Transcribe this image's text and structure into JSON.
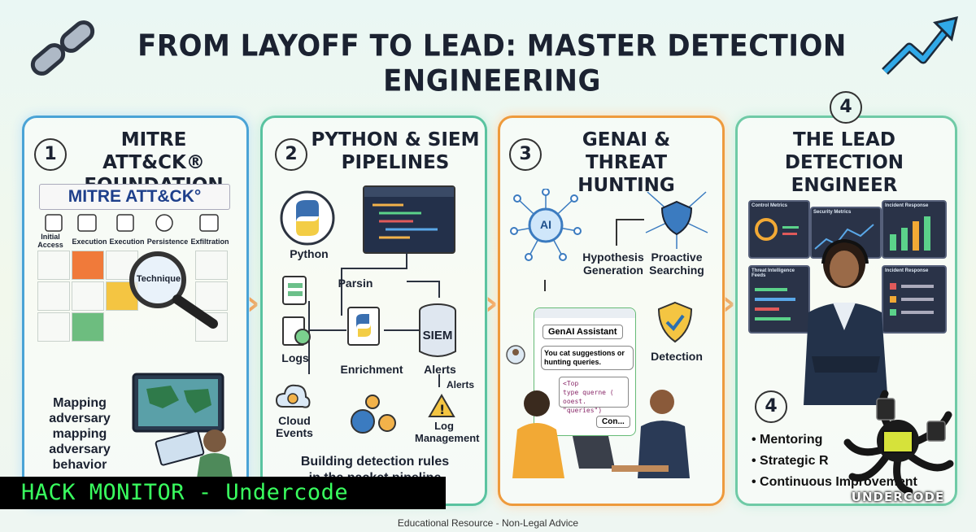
{
  "title": "FROM LAYOFF TO LEAD: MASTER DETECTION ENGINEERING",
  "panels": [
    {
      "number": "1",
      "title_line1": "MITRE ATT&CK®",
      "title_line2": "FOUNDATION",
      "banner": "MITRE ATT&CK°",
      "tactics": [
        "Initial Access",
        "Execution",
        "Execution",
        "Persistence",
        "Exfiltration"
      ],
      "magnifier_label": "Technique",
      "caption": [
        "Mapping",
        "adversary",
        "mapping",
        "adversary",
        "behavior"
      ]
    },
    {
      "number": "2",
      "title_line1": "PYTHON & SIEM",
      "title_line2": "PIPELINES",
      "python_label": "Python",
      "parsin_label": "Parsin",
      "logs_label": "Logs",
      "enrichment_label": "Enrichment",
      "siem_label": "SIEM",
      "alerts_label": "Alerts",
      "alerts_label_2": "Alerts",
      "cloud_label": "Cloud Events",
      "log_mgmt_label": "Log Management",
      "caption_line1": "Building detection rules",
      "caption_line2": "in the packet pipeline"
    },
    {
      "number": "3",
      "title_line1": "GENAI &",
      "title_line2": "THREAT HUNTING",
      "ai_label": "AI",
      "hypothesis_label": "Hypothesis Generation",
      "proactive_label": "Proactive Searching",
      "detection_label": "Detection",
      "assistant_label": "GenAI Assistant",
      "assistant_text": "You cat suggestions or hunting queries.",
      "code_line1": "<Top",
      "code_line2": "type querne (",
      "code_line3": "ooest. \"queries\")",
      "button_text": "Con..."
    },
    {
      "number": "4",
      "top_number": "4",
      "title_line1": "THE LEAD",
      "title_line2": "DETECTION ENGINEER",
      "dashboard_titles": [
        "Control Metrics",
        "Security Metrics",
        "Incident Response",
        "Threat Intelligence Feeds",
        "Incident Response"
      ],
      "bullet_number": "4",
      "bullets": [
        "Mentoring",
        "Strategic R",
        "Continuous Improvement"
      ],
      "logo_text": "UNDERCODE"
    }
  ],
  "watermark": "HACK MONITOR - Undercode",
  "footer": "Educational Resource - Non-Legal Advice",
  "colors": {
    "panel1": "#4aa3d6",
    "panel2": "#59c3a0",
    "panel3": "#ee9a3c",
    "panel4": "#6fcaa6",
    "hack_text": "#39ff5f"
  }
}
